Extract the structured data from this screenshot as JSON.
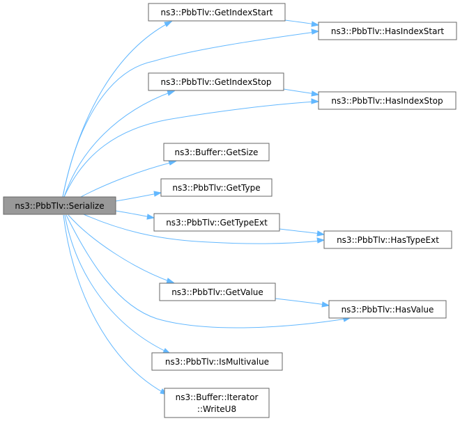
{
  "graph": {
    "root": "ns3::PbbTlv::Serialize",
    "nodes": {
      "serialize": "ns3::PbbTlv::Serialize",
      "get_index_start": "ns3::PbbTlv::GetIndexStart",
      "has_index_start": "ns3::PbbTlv::HasIndexStart",
      "get_index_stop": "ns3::PbbTlv::GetIndexStop",
      "has_index_stop": "ns3::PbbTlv::HasIndexStop",
      "buffer_get_size": "ns3::Buffer::GetSize",
      "get_type": "ns3::PbbTlv::GetType",
      "get_type_ext": "ns3::PbbTlv::GetTypeExt",
      "has_type_ext": "ns3::PbbTlv::HasTypeExt",
      "get_value": "ns3::PbbTlv::GetValue",
      "has_value": "ns3::PbbTlv::HasValue",
      "is_multivalue": "ns3::PbbTlv::IsMultivalue",
      "write_u8_line1": "ns3::Buffer::Iterator",
      "write_u8_line2": "::WriteU8"
    },
    "edges": [
      [
        "serialize",
        "get_index_start"
      ],
      [
        "serialize",
        "has_index_start"
      ],
      [
        "serialize",
        "get_index_stop"
      ],
      [
        "serialize",
        "has_index_stop"
      ],
      [
        "serialize",
        "buffer_get_size"
      ],
      [
        "serialize",
        "get_type"
      ],
      [
        "serialize",
        "get_type_ext"
      ],
      [
        "serialize",
        "has_type_ext"
      ],
      [
        "serialize",
        "get_value"
      ],
      [
        "serialize",
        "has_value"
      ],
      [
        "serialize",
        "is_multivalue"
      ],
      [
        "serialize",
        "write_u8"
      ],
      [
        "get_index_start",
        "has_index_start"
      ],
      [
        "get_index_stop",
        "has_index_stop"
      ],
      [
        "get_type_ext",
        "has_type_ext"
      ],
      [
        "get_value",
        "has_value"
      ]
    ],
    "colors": {
      "edge": "#63b8ff",
      "node_border": "#666666",
      "root_fill": "#999999",
      "node_fill": "#ffffff"
    }
  }
}
